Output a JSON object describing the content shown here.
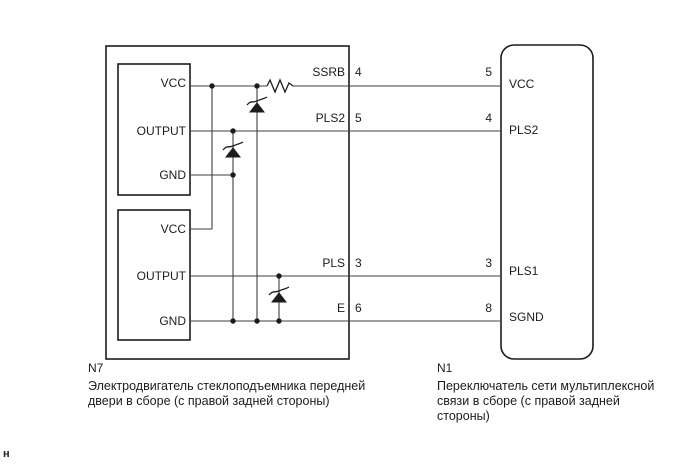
{
  "page": {
    "corner_note": "н"
  },
  "diagram": {
    "left_component": {
      "code": "N7",
      "name_lines": [
        "Электродвигатель стеклоподъемника передней",
        "двери в сборе (с правой задней стороны)"
      ],
      "upper_block_pins": [
        "VCC",
        "OUTPUT",
        "GND"
      ],
      "lower_block_pins": [
        "VCC",
        "OUTPUT",
        "GND"
      ]
    },
    "right_component": {
      "code": "N1",
      "name_lines": [
        "Переключатель сети мультиплексной",
        "связи в сборе (с правой задней",
        "стороны)"
      ],
      "pins": [
        "VCC",
        "PLS2",
        "PLS1",
        "SGND"
      ]
    },
    "wires": [
      {
        "label": "SSRB",
        "left_pin_no": "4",
        "right_pin_no": "5"
      },
      {
        "label": "PLS2",
        "left_pin_no": "5",
        "right_pin_no": "4"
      },
      {
        "label": "PLS",
        "left_pin_no": "3",
        "right_pin_no": "3"
      },
      {
        "label": "E",
        "left_pin_no": "6",
        "right_pin_no": "8"
      }
    ],
    "symbols": [
      "resistor",
      "zener-diode",
      "zener-diode",
      "zener-diode"
    ],
    "colors": {
      "line": "#3f3f3f",
      "box_border": "#1c1c1c",
      "background": "#ffffff",
      "text": "#1c1c1c"
    }
  }
}
